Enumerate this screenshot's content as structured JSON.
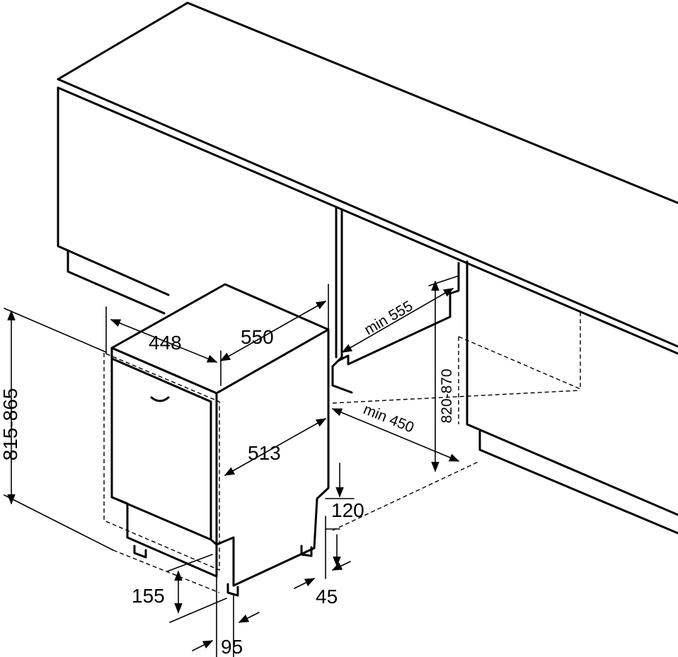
{
  "dimensions": {
    "unit_width": "448",
    "unit_depth": "550",
    "inner_depth": "513",
    "unit_height": "815-865",
    "niche_depth": "min 555",
    "niche_width": "min 450",
    "niche_height": "820-870",
    "plinth_height": "120",
    "plinth_gap": "45",
    "foot_offset": "155",
    "foot_setback": "95"
  },
  "colors": {
    "line": "#000000",
    "background": "#ffffff"
  }
}
